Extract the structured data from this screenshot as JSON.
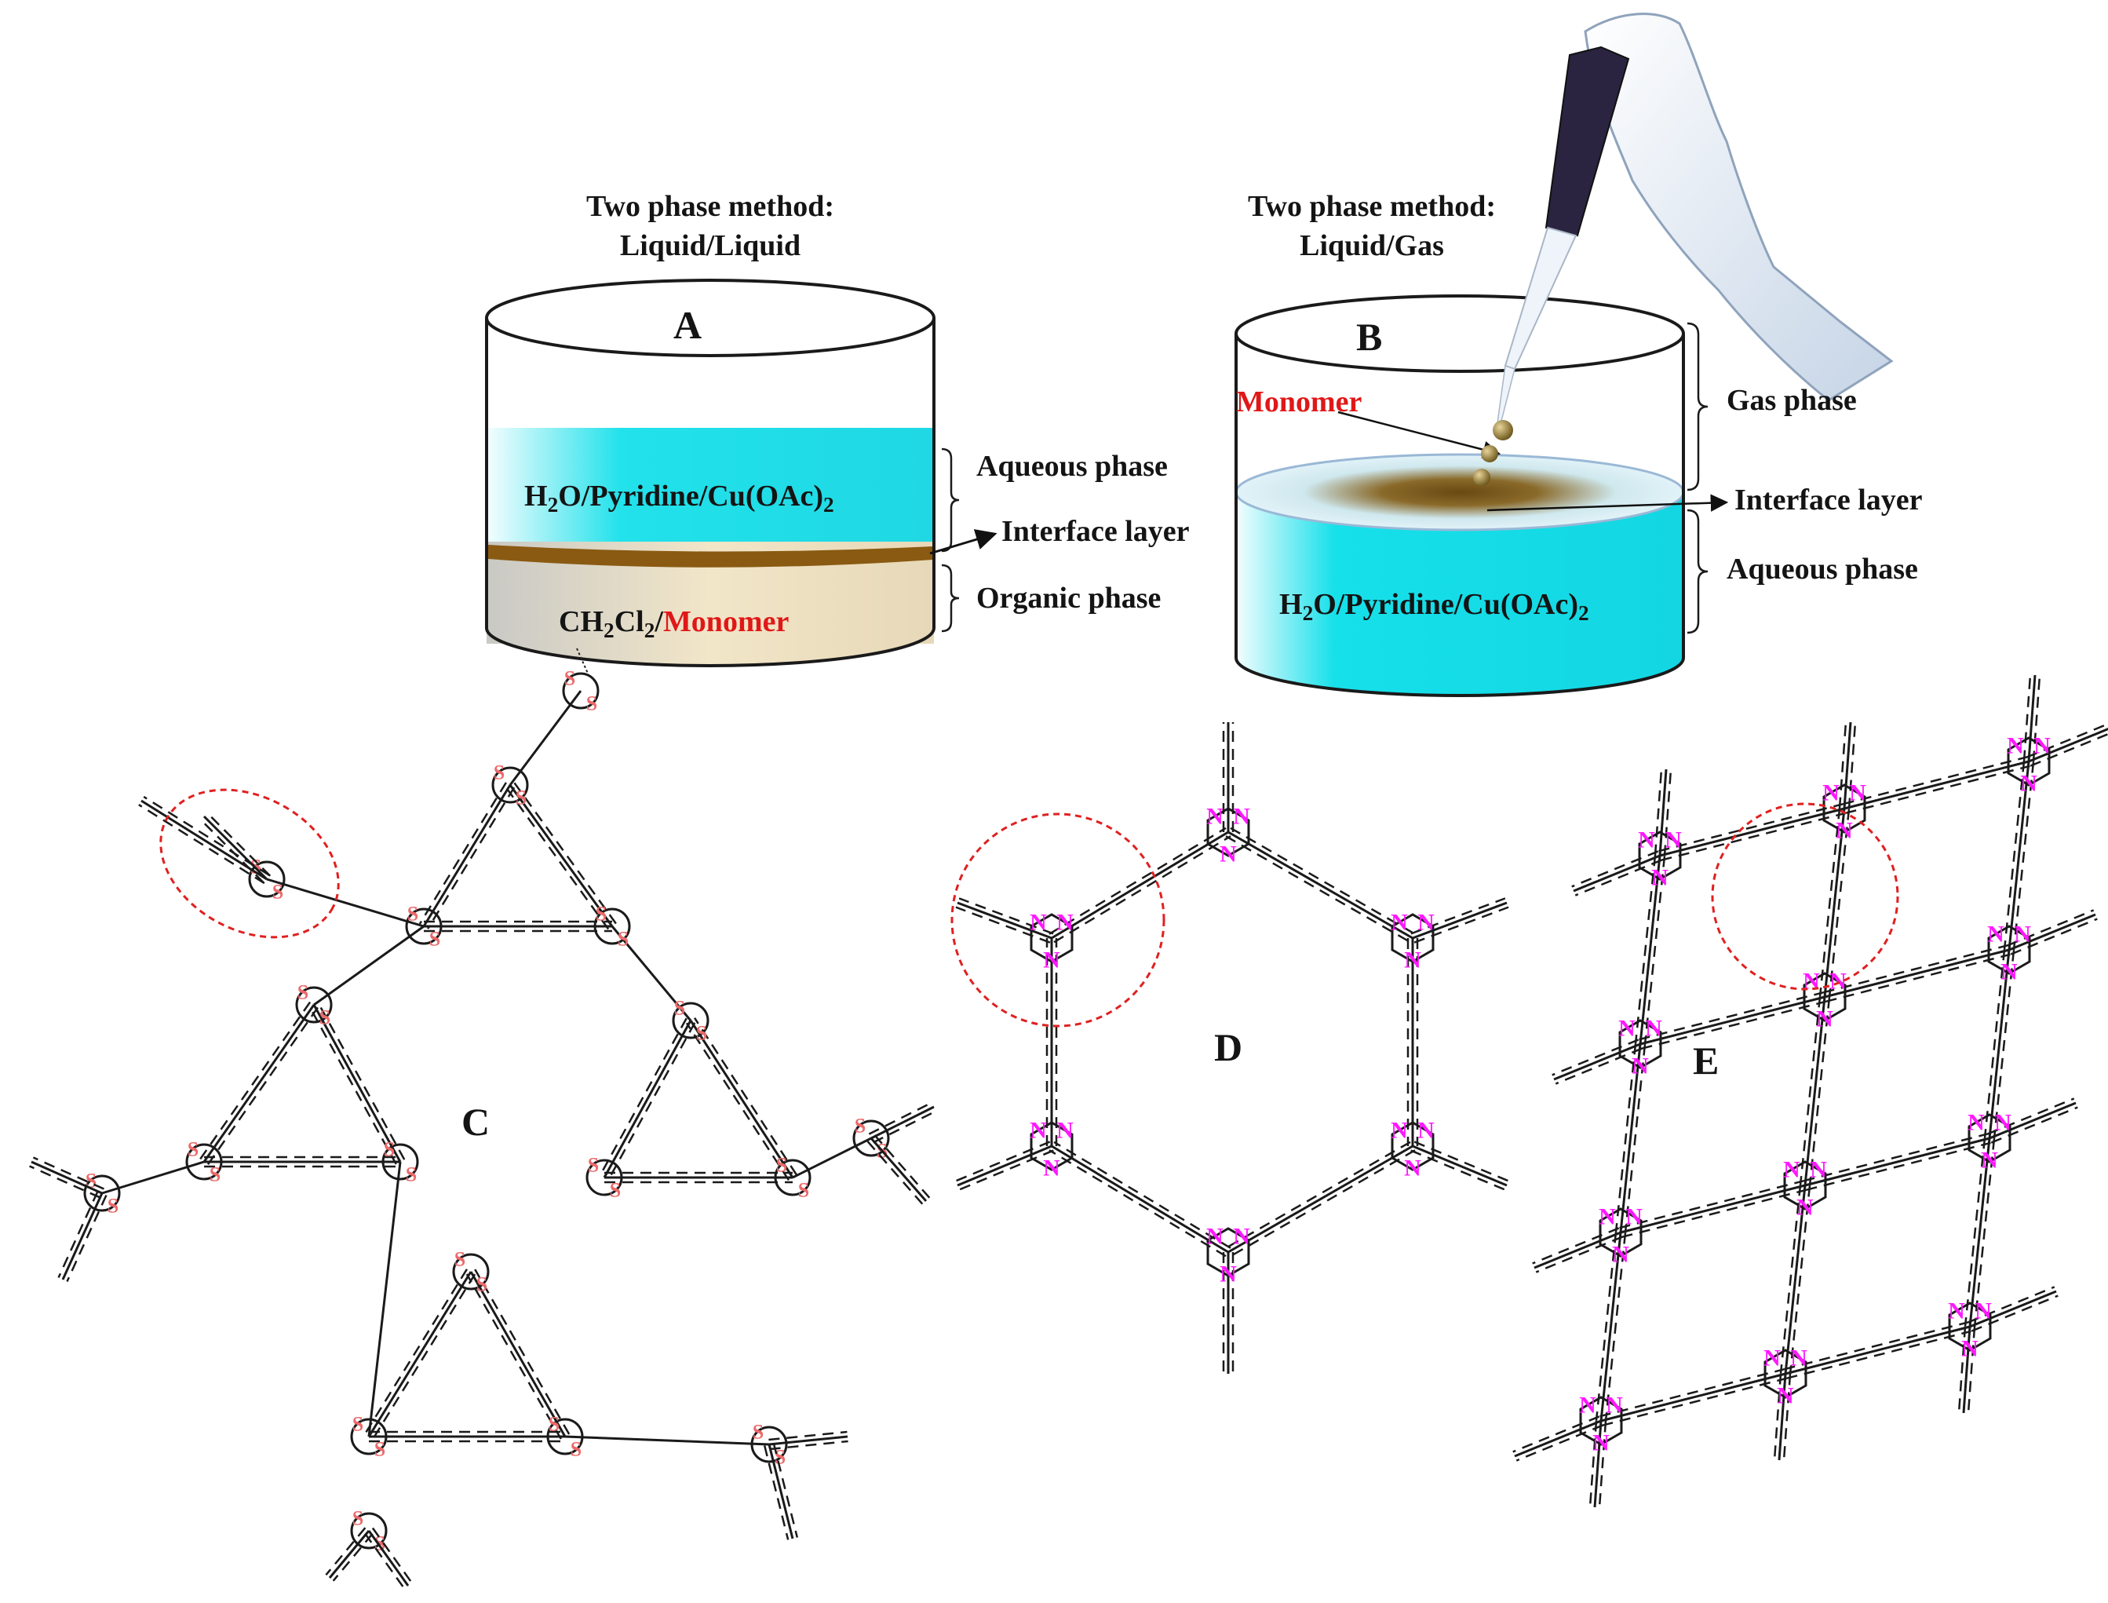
{
  "panels": {
    "A": {
      "letter": "A",
      "title_line1": "Two phase method:",
      "title_line2": "Liquid/Liquid",
      "aqueous_label": "Aqueous phase",
      "interface_label": "Interface layer",
      "organic_label": "Organic phase",
      "aqueous_solution": {
        "p1": "H",
        "s1": "2",
        "p2": "O/Pyridine/Cu(OAc)",
        "s2": "2"
      },
      "organic_solution": {
        "p1": "CH",
        "s1": "2",
        "p2": "Cl",
        "s2": "2",
        "p3": "/",
        "monomer": "Monomer"
      }
    },
    "B": {
      "letter": "B",
      "title_line1": "Two phase method:",
      "title_line2": "Liquid/Gas",
      "gas_label": "Gas phase",
      "interface_label": "Interface layer",
      "aqueous_label": "Aqueous phase",
      "monomer_label": "Monomer",
      "aqueous_solution": {
        "p1": "H",
        "s1": "2",
        "p2": "O/Pyridine/Cu(OAc)",
        "s2": "2"
      }
    },
    "C": {
      "letter": "C",
      "atom": "S"
    },
    "D": {
      "letter": "D",
      "atom": "N"
    },
    "E": {
      "letter": "E",
      "atom": "N"
    }
  },
  "colors": {
    "aqueous": "#16e0ea",
    "interface_brown": "#8a5a12",
    "organic": "#e8dcc0",
    "sulfur_atom": "#ec6a6a",
    "nitrogen_atom": "#ff18ff",
    "highlight_circle": "#e02020",
    "monomer_text": "#e01818",
    "glove": "#e6eff8",
    "pipette_handle": "#2a2440"
  },
  "icons": [
    "beaker-icon",
    "gloved-hand-icon",
    "pipette-icon",
    "droplet-icon"
  ]
}
